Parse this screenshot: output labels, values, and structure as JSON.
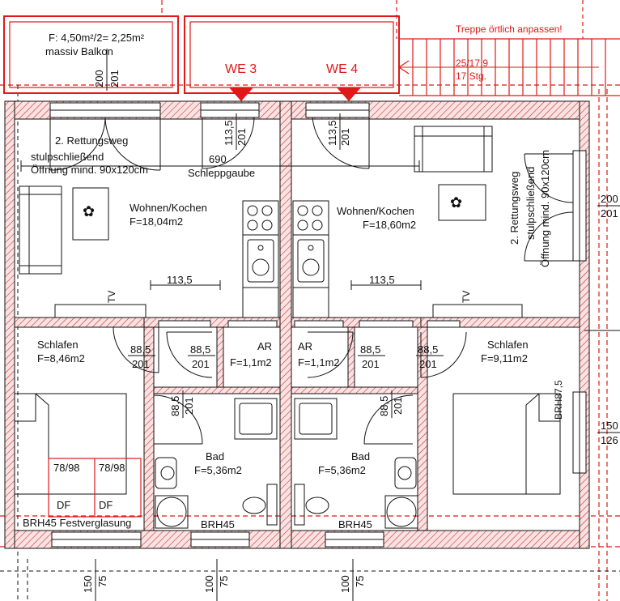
{
  "apartments": [
    {
      "name": "WE 3"
    },
    {
      "name": "WE 4"
    }
  ],
  "notes": {
    "stairs_adjust": "Treppe örtlich anpassen!",
    "stairs_ratio": "25/17,9",
    "stairs_steps": "17 Stg."
  },
  "balcony": {
    "area": "F: 4,50m²/2= 2,25m²",
    "type": "massiv Balkon"
  },
  "escape_route": {
    "left_line1": "2. Rettungsweg",
    "left_line2": "stulpschließend",
    "left_line3": "Öffnung mind. 90x120cm",
    "right_line1": "2. Rettungsweg",
    "right_line2": "stulpschließend",
    "right_line3": "Öffnung mind. 90x120cm"
  },
  "dormer": {
    "width": "690",
    "label": "Schleppgaube"
  },
  "rooms": {
    "living_left": {
      "name": "Wohnen/Kochen",
      "area": "F=18,04m2"
    },
    "living_right": {
      "name": "Wohnen/Kochen",
      "area": "F=18,60m2"
    },
    "bedroom_left": {
      "name": "Schlafen",
      "area": "F=8,46m2"
    },
    "bedroom_right": {
      "name": "Schlafen",
      "area": "F=9,11m2"
    },
    "storage_left": {
      "name": "AR",
      "area": "F=1,1m2"
    },
    "storage_right": {
      "name": "AR",
      "area": "F=1,1m2"
    },
    "bath_left": {
      "name": "Bad",
      "area": "F=5,36m2"
    },
    "bath_right": {
      "name": "Bad",
      "area": "F=5,36m2"
    }
  },
  "doors": {
    "entry_left": {
      "w": "113,5",
      "h": "201"
    },
    "entry_right": {
      "w": "113,5",
      "h": "201"
    },
    "bed_left": {
      "w": "88,5",
      "h": "201"
    },
    "ar_left": {
      "w": "88,5",
      "h": "201"
    },
    "ar_right": {
      "w": "88,5",
      "h": "201"
    },
    "bed_right": {
      "w": "88,5",
      "h": "201"
    },
    "bath_left": {
      "w": "88,5",
      "h": "201"
    },
    "bath_right": {
      "w": "88,5",
      "h": "201"
    }
  },
  "openings": {
    "balcony_door_w": "200",
    "balcony_door_h": "201",
    "right_window_w": "200",
    "right_window_h": "201",
    "right_lower_w": "150",
    "right_lower_h": "126",
    "bottom_1_w": "150",
    "bottom_1_h": "75",
    "bottom_2_w": "100",
    "bottom_2_h": "75",
    "bottom_3_w": "100",
    "bottom_3_h": "75"
  },
  "dimensions": {
    "living_left_span": "113,5",
    "living_right_span": "113,5"
  },
  "misc": {
    "tv_left": "TV",
    "tv_right": "TV",
    "skylight_1_size": "78/98",
    "skylight_2_size": "78/98",
    "skylight_1_type": "DF",
    "skylight_2_type": "DF",
    "fixed_glazing": "BRH45 Festverglasung",
    "brh_bath_left": "BRH45",
    "brh_bath_right": "BRH45",
    "brh_right_window": "BRH87,5"
  },
  "colors": {
    "wall_hatch": "#cc2222",
    "wall_fill": "#f6dcdc",
    "annotation": "#e01818",
    "line": "#111111"
  }
}
